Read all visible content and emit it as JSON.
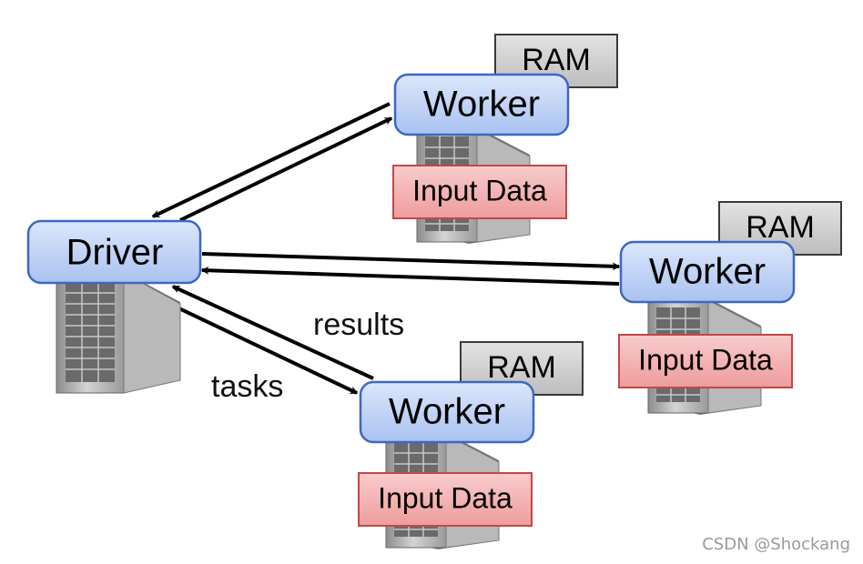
{
  "driver": {
    "label": "Driver"
  },
  "workers": [
    {
      "label": "Worker",
      "ram_label": "RAM",
      "data_label": "Input Data"
    },
    {
      "label": "Worker",
      "ram_label": "RAM",
      "data_label": "Input Data"
    },
    {
      "label": "Worker",
      "ram_label": "RAM",
      "data_label": "Input Data"
    }
  ],
  "edge_labels": {
    "tasks": "tasks",
    "results": "results"
  },
  "watermark": "CSDN @Shockang",
  "colors": {
    "node_fill": "#c3d6f5",
    "node_stroke": "#3f66c4",
    "ram_fill": "#cfcfcf",
    "ram_stroke": "#3a3a3a",
    "data_fill": "#f2b4b4",
    "data_stroke": "#c54646",
    "arrow": "#000000"
  }
}
